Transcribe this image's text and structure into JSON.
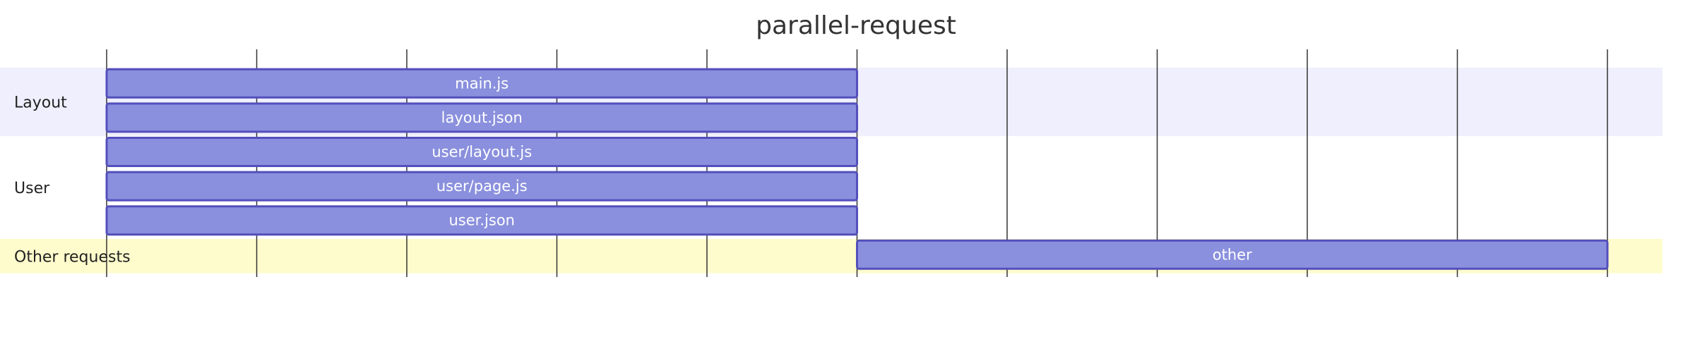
{
  "title": "parallel-request",
  "chart_data": {
    "type": "gantt",
    "title": "parallel-request",
    "x_range": [
      0,
      10
    ],
    "tick_count": 11,
    "tick_labels_shown": false,
    "sections": [
      {
        "name": "Layout",
        "color": "#efeffd"
      },
      {
        "name": "User",
        "color": "#ffffff"
      },
      {
        "name": "Other requests",
        "color": "#fefccc"
      }
    ],
    "tasks": [
      {
        "name": "main.js",
        "section": 0,
        "start": 0,
        "end": 5
      },
      {
        "name": "layout.json",
        "section": 0,
        "start": 0,
        "end": 5
      },
      {
        "name": "user/layout.js",
        "section": 1,
        "start": 0,
        "end": 5
      },
      {
        "name": "user/page.js",
        "section": 1,
        "start": 0,
        "end": 5
      },
      {
        "name": "user.json",
        "section": 1,
        "start": 0,
        "end": 5
      },
      {
        "name": "other",
        "section": 2,
        "start": 5,
        "end": 10
      }
    ],
    "colors": {
      "bar_fill": "#8a90dd",
      "bar_stroke": "#534fbc",
      "grid": "#333333"
    }
  }
}
